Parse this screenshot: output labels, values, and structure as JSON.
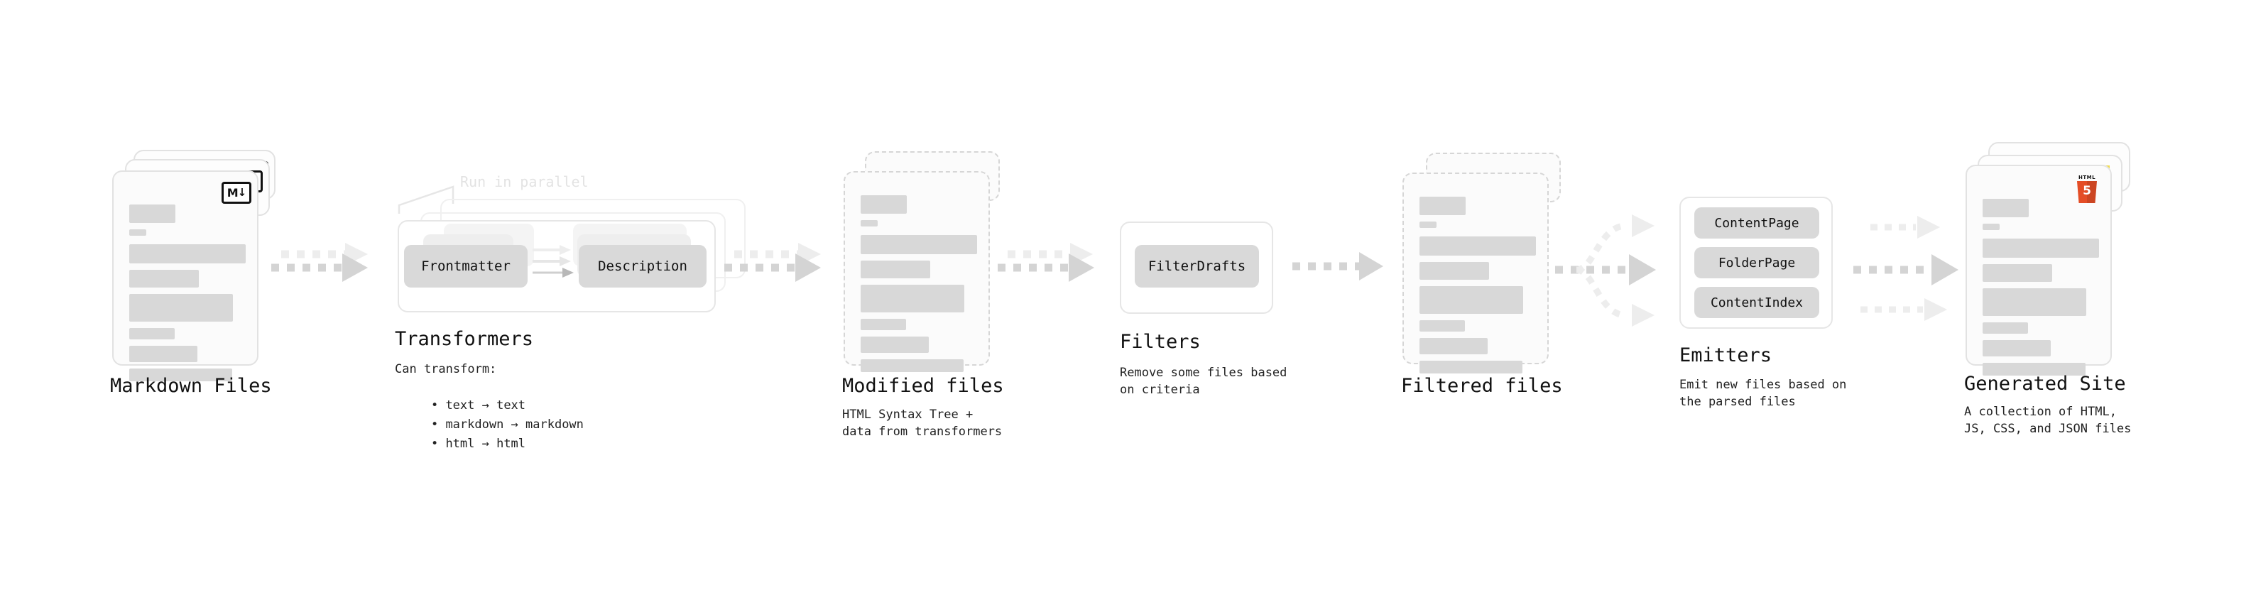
{
  "diagram": {
    "title_font": "monospace",
    "colors": {
      "bar": "#d8d8d8",
      "card_border": "#e2e2e2",
      "chip": "#d9d9d9",
      "arrow": "#d4d4d4",
      "arrow_faint": "#ededed",
      "hint_text": "#e3e3e3",
      "html5": "#e44d26",
      "js": "#f0db4f",
      "css": "#264de4"
    },
    "stages": [
      {
        "id": "markdown-files",
        "title": "Markdown Files",
        "description": "",
        "badge_icon": "markdown-icon",
        "card_style": "solid",
        "stacked": 3
      },
      {
        "id": "transformers",
        "title": "Transformers",
        "description": "Can transform:\n • text → text\n • markdown → markdown\n • html → html",
        "hint": "Run in parallel",
        "chips": [
          "Frontmatter",
          "Description"
        ],
        "stacked": 3
      },
      {
        "id": "modified-files",
        "title": "Modified files",
        "description": "HTML Syntax Tree +\ndata from transformers",
        "card_style": "dashed",
        "stacked": 2
      },
      {
        "id": "filters",
        "title": "Filters",
        "description": "Remove some files based\non criteria",
        "chips": [
          "FilterDrafts"
        ],
        "stacked": 1
      },
      {
        "id": "filtered-files",
        "title": "Filtered files",
        "description": "",
        "card_style": "dashed",
        "stacked": 2
      },
      {
        "id": "emitters",
        "title": "Emitters",
        "description": "Emit new files based on\nthe parsed files",
        "chips": [
          "ContentPage",
          "FolderPage",
          "ContentIndex"
        ],
        "stacked": 1
      },
      {
        "id": "generated-site",
        "title": "Generated Site",
        "description": "A collection of HTML,\nJS, CSS, and JSON files",
        "badge_icon": "html5-icon",
        "badge_icons_stack": [
          "css-icon",
          "js-icon",
          "html5-icon"
        ],
        "card_style": "solid",
        "stacked": 3
      }
    ],
    "transform_bullets": [
      "text → text",
      "markdown → markdown",
      "html → html"
    ],
    "transform_intro": "Can transform:"
  }
}
